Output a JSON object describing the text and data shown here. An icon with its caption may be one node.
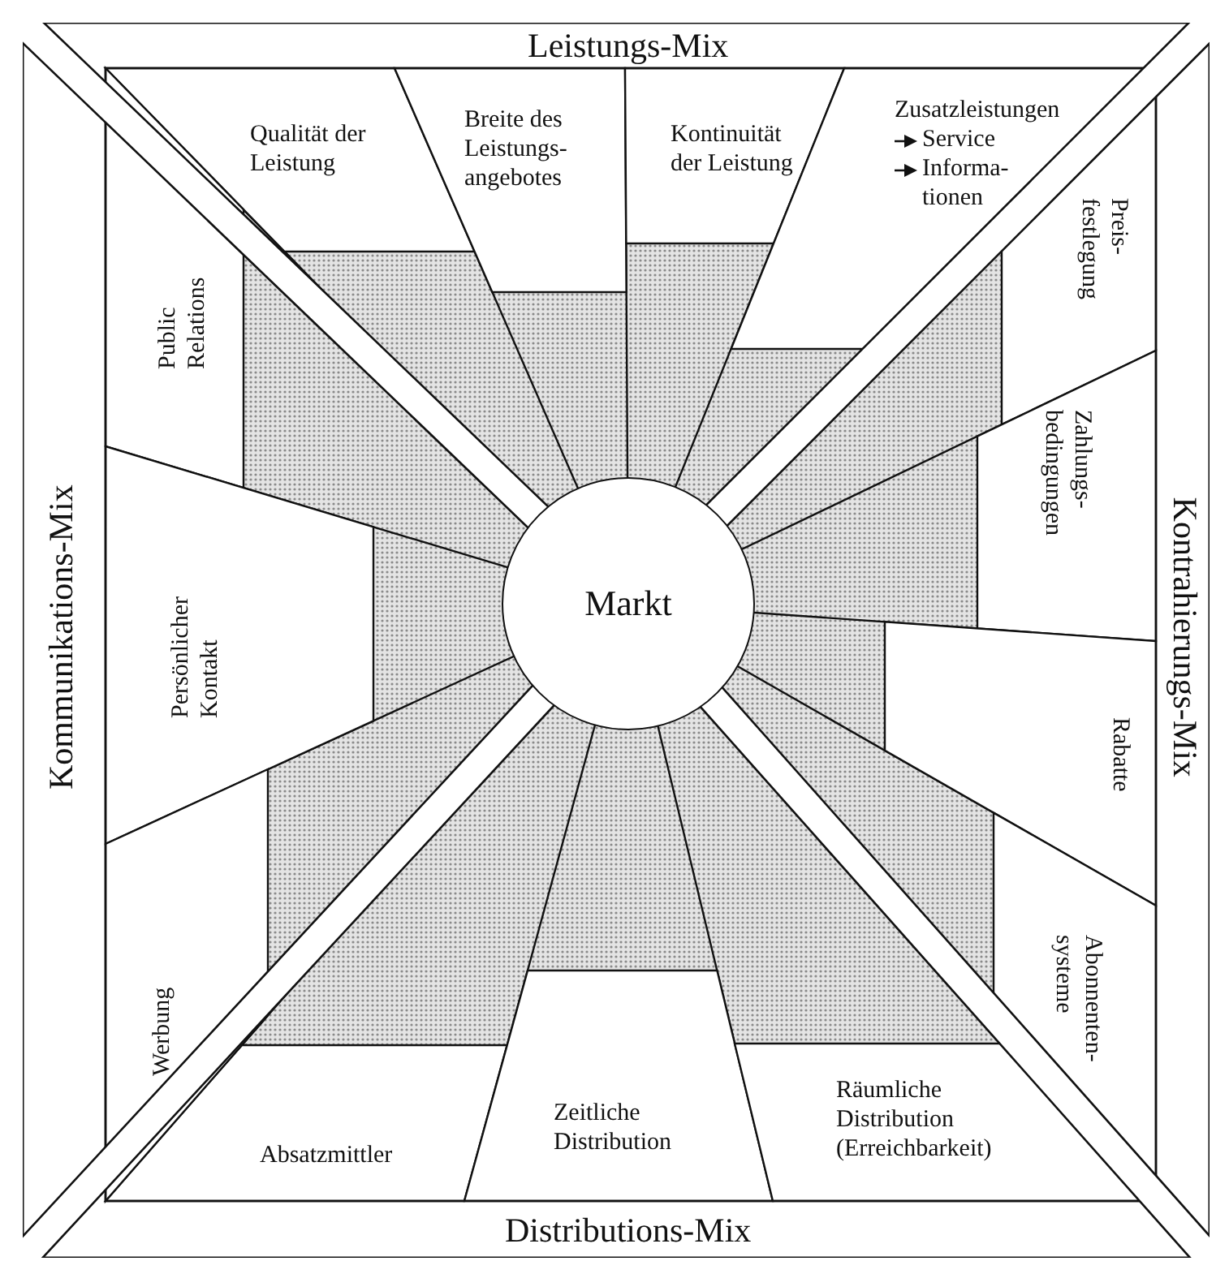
{
  "diagram": {
    "nodes": [
      {
        "text": [
          "Leistungs-Mix"
        ]
      },
      {
        "text": [
          "Qualität der Leistung"
        ]
      },
      {
        "text": [
          "Breite des Leistungs- angebotes"
        ]
      },
      {
        "text": [
          "Kontinuität der Leistung"
        ]
      },
      {
        "text": [
          "Zusatzleistungen",
          "Service",
          "Informa- tionen"
        ]
      },
      {
        "text": [
          "Public Relations"
        ]
      },
      {
        "text": [
          "Kommunikations-Mix"
        ]
      },
      {
        "text": [
          "Persönlicher Kontakt"
        ]
      },
      {
        "text": [
          "Markt"
        ]
      },
      {
        "text": [
          "Preis- festlegung"
        ]
      },
      {
        "text": [
          "Kontrahierungs-Mix"
        ]
      },
      {
        "text": [
          "Zahlungs- bedingungen"
        ]
      },
      {
        "text": [
          "Rabatte"
        ]
      },
      {
        "text": [
          "Werbung"
        ]
      },
      {
        "text": [
          "Abonnenten- systeme"
        ]
      },
      {
        "text": [
          "Absatzmittler"
        ]
      },
      {
        "text": [
          "Zeitliche Distribution"
        ]
      },
      {
        "text": [
          "Räumliche Distribution (Erreichbarkeit)"
        ]
      },
      {
        "text": [
          "Distributions-Mix"
        ]
      }
    ]
  }
}
